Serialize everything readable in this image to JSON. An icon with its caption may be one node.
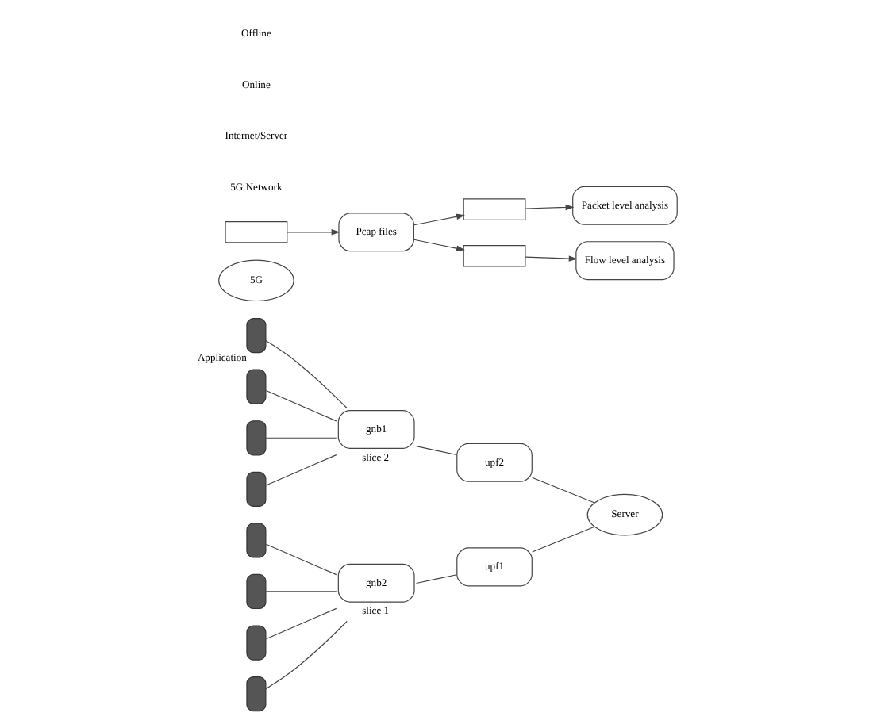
{
  "diagram": {
    "nodes": [
      {
        "text": [],
        "shape": "phone",
        "beside": [
          "Application"
        ]
      },
      {
        "text": [],
        "shape": "phone"
      },
      {
        "text": [],
        "shape": "phone"
      },
      {
        "text": [],
        "shape": "phone"
      },
      {
        "text": [],
        "shape": "phone"
      },
      {
        "text": [],
        "shape": "phone"
      },
      {
        "text": [],
        "shape": "phone"
      },
      {
        "text": [],
        "shape": "phone"
      },
      {
        "text": [
          "gnb1"
        ],
        "beside": [
          "slice 2"
        ]
      },
      {
        "text": [
          "gnb2"
        ],
        "beside": [
          "slice 1"
        ]
      },
      {
        "text": [
          "upf2"
        ]
      },
      {
        "text": [
          "5G"
        ]
      },
      {
        "text": [
          "upf1"
        ]
      },
      {
        "text": [],
        "shape": "box"
      },
      {
        "text": [
          "Server"
        ]
      },
      {
        "text": [
          "Pcap files"
        ]
      },
      {
        "text": [],
        "shape": "box"
      },
      {
        "text": [],
        "shape": "box"
      },
      {
        "text": [
          "Packet level analysis"
        ]
      },
      {
        "text": [
          "Flow level analysis"
        ]
      }
    ],
    "edges": [
      {
        "from": 0,
        "to": 8,
        "arrow": "none"
      },
      {
        "from": 1,
        "to": 8,
        "arrow": "none"
      },
      {
        "from": 2,
        "to": 8,
        "arrow": "none"
      },
      {
        "from": 3,
        "to": 8,
        "arrow": "none"
      },
      {
        "from": 4,
        "to": 9,
        "arrow": "none"
      },
      {
        "from": 5,
        "to": 9,
        "arrow": "none"
      },
      {
        "from": 6,
        "to": 9,
        "arrow": "none"
      },
      {
        "from": 7,
        "to": 9,
        "arrow": "none"
      },
      {
        "from": 8,
        "to": 10,
        "arrow": "none"
      },
      {
        "from": 9,
        "to": 12,
        "arrow": "none"
      },
      {
        "from": 10,
        "to": 14,
        "arrow": "none"
      },
      {
        "from": 12,
        "to": 14,
        "arrow": "none"
      },
      {
        "from": 13,
        "to": 15,
        "arrow": "to"
      },
      {
        "from": 15,
        "to": 16,
        "arrow": "to"
      },
      {
        "from": 15,
        "to": 17,
        "arrow": "to"
      },
      {
        "from": 16,
        "to": 18,
        "arrow": "to"
      },
      {
        "from": 17,
        "to": 19,
        "arrow": "to"
      }
    ],
    "labels": [
      "5G Network",
      "Internet/Server",
      "Online",
      "Offline"
    ]
  }
}
